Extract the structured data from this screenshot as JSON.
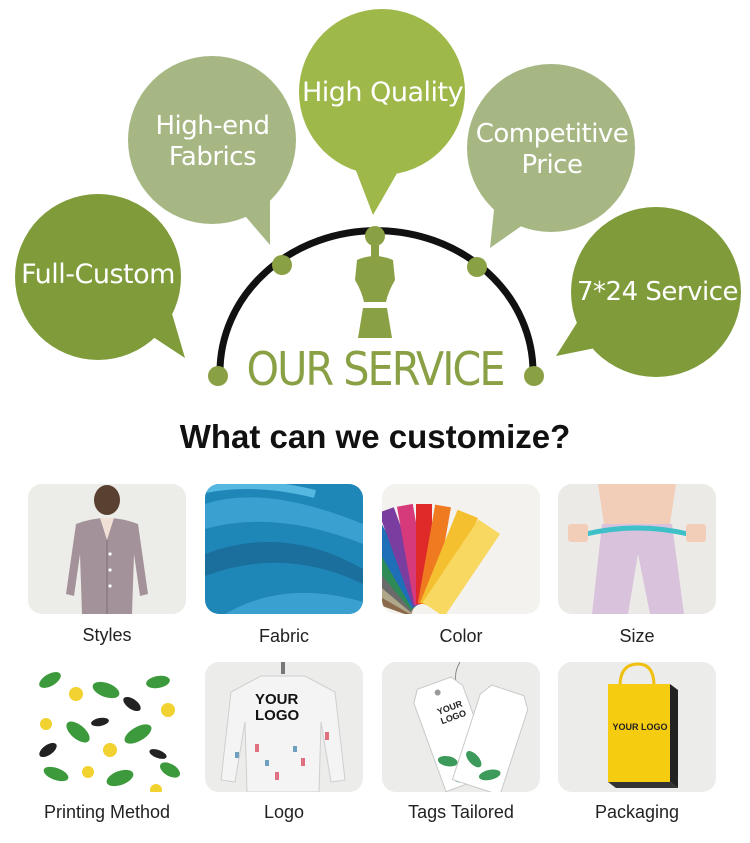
{
  "service": {
    "bubbles": [
      {
        "id": "full-custom",
        "text": "Full-Custom",
        "color": "#7f9b3a"
      },
      {
        "id": "high-end-fabrics",
        "line1": "High-end",
        "line2": "Fabrics",
        "color": "#a6b784"
      },
      {
        "id": "high-quality",
        "text": "High Quality",
        "color": "#9eb84a"
      },
      {
        "id": "competitive-price",
        "line1": "Competitive",
        "line2": "Price",
        "color": "#a6b784"
      },
      {
        "id": "service-24-7",
        "text": "7*24 Service",
        "color": "#7f9b3a"
      }
    ],
    "title": "OUR SERVICE",
    "title_color": "#8aa044",
    "arch_color": "#111111",
    "dot_color": "#8aa044"
  },
  "customize": {
    "heading": "What can we customize?",
    "items": [
      {
        "label": "Styles",
        "icon": "pajama-photo"
      },
      {
        "label": "Fabric",
        "icon": "blue-fabric-photo"
      },
      {
        "label": "Color",
        "icon": "color-swatch-photo"
      },
      {
        "label": "Size",
        "icon": "measuring-tape-photo"
      },
      {
        "label": "Printing Method",
        "icon": "leaf-print-photo"
      },
      {
        "label": "Logo",
        "icon": "logo-shirt-photo"
      },
      {
        "label": "Tags Tailored",
        "icon": "hang-tag-photo"
      },
      {
        "label": "Packaging",
        "icon": "shopping-bag-photo"
      }
    ],
    "logo_text_line1": "YOUR",
    "logo_text_line2": "LOGO",
    "tag_text_line1": "YOUR",
    "tag_text_line2": "LOGO",
    "bag_text": "YOUR LOGO"
  }
}
